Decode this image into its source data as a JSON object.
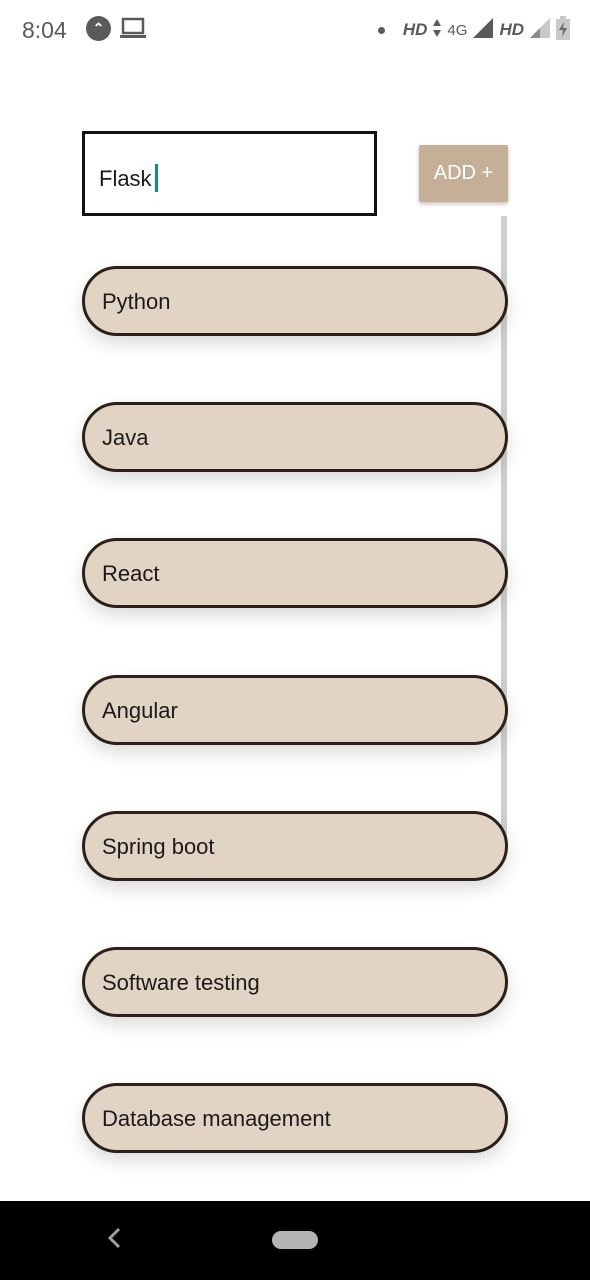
{
  "status_bar": {
    "time": "8:04",
    "network_label_1": "HD",
    "network_type": "4G",
    "network_label_2": "HD",
    "icons": [
      "app-a-icon",
      "laptop-icon",
      "notification-dot-icon",
      "data-arrows-icon",
      "signal-icon",
      "signal-weak-icon",
      "battery-charging-icon"
    ]
  },
  "input": {
    "value": "Flask"
  },
  "add_button": {
    "label": "ADD +"
  },
  "list": {
    "items": [
      {
        "label": "Python"
      },
      {
        "label": "Java"
      },
      {
        "label": "React"
      },
      {
        "label": "Angular"
      },
      {
        "label": "Spring boot"
      },
      {
        "label": "Software testing"
      },
      {
        "label": "Database management"
      }
    ]
  },
  "nav_bar": {
    "icons": [
      "back-icon",
      "home-pill-icon"
    ]
  },
  "colors": {
    "item_fill": "#e1d4c4",
    "item_border": "#2b2018",
    "button_fill": "#c5af97",
    "caret": "#128c83"
  }
}
